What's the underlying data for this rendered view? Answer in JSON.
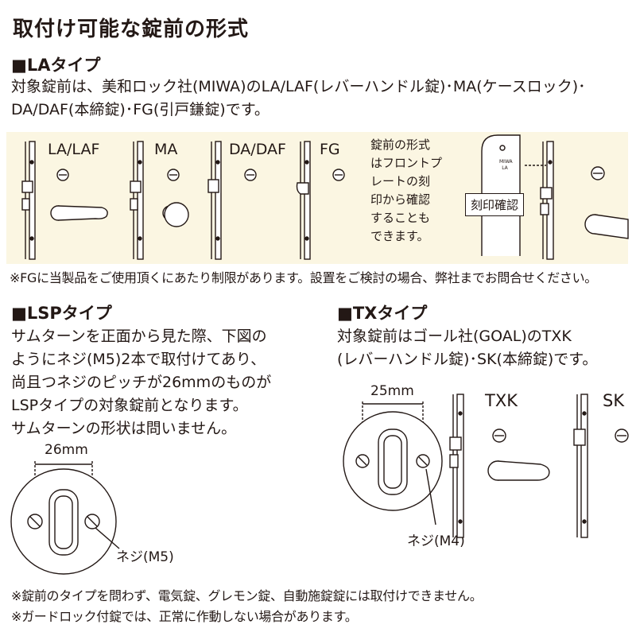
{
  "title": "取付け可能な錠前の形式",
  "la": {
    "heading": "■LAタイプ",
    "line1": "対象錠前は、美和ロック社(MIWA)のLA/LAF(レバーハンドル錠)･MA(ケースロック)･",
    "line2": "DA/DAF(本締錠)･FG(引戸鎌錠)です。",
    "locks": [
      "LA/LAF",
      "MA",
      "DA/DAF",
      "FG"
    ],
    "check_text": [
      "錠前の形式",
      "はフロントプ",
      "レートの刻",
      "印から確認",
      "することも",
      "できます。"
    ],
    "front_plate_mark": [
      "MIWA",
      "LA"
    ],
    "stamp_label": "刻印確認",
    "note": "※FGに当製品をご使用頂くにあたり制限があります。設置をご検討の場合、弊社までお問合せください。"
  },
  "lsp": {
    "heading": "■LSPタイプ",
    "lines": [
      "サムターンを正面から見た際、下図の",
      "ようにネジ(M5)2本で取付けてあり、",
      "尚且つネジのピッチが26mmのものが",
      "LSPタイプの対象錠前となります。",
      "サムターンの形状は問いません。"
    ],
    "pitch": "26mm",
    "screw": "ネジ(M5)"
  },
  "tx": {
    "heading": "■TXタイプ",
    "lines": [
      "対象錠前はゴール社(GOAL)のTXK",
      "(レバーハンドル錠)･SK(本締錠)です。"
    ],
    "pitch": "25mm",
    "screw": "ネジ(M4)",
    "locks": [
      "TXK",
      "SK"
    ]
  },
  "footnotes": [
    "※錠前のタイプを問わず、電気錠、グレモン錠、自動施錠錠には取付けできません。",
    "※ガードロック付錠では、正常に作動しない場合があります。"
  ],
  "colors": {
    "ink": "#231815",
    "panel": "#fbf6e2",
    "background": "#ffffff"
  }
}
